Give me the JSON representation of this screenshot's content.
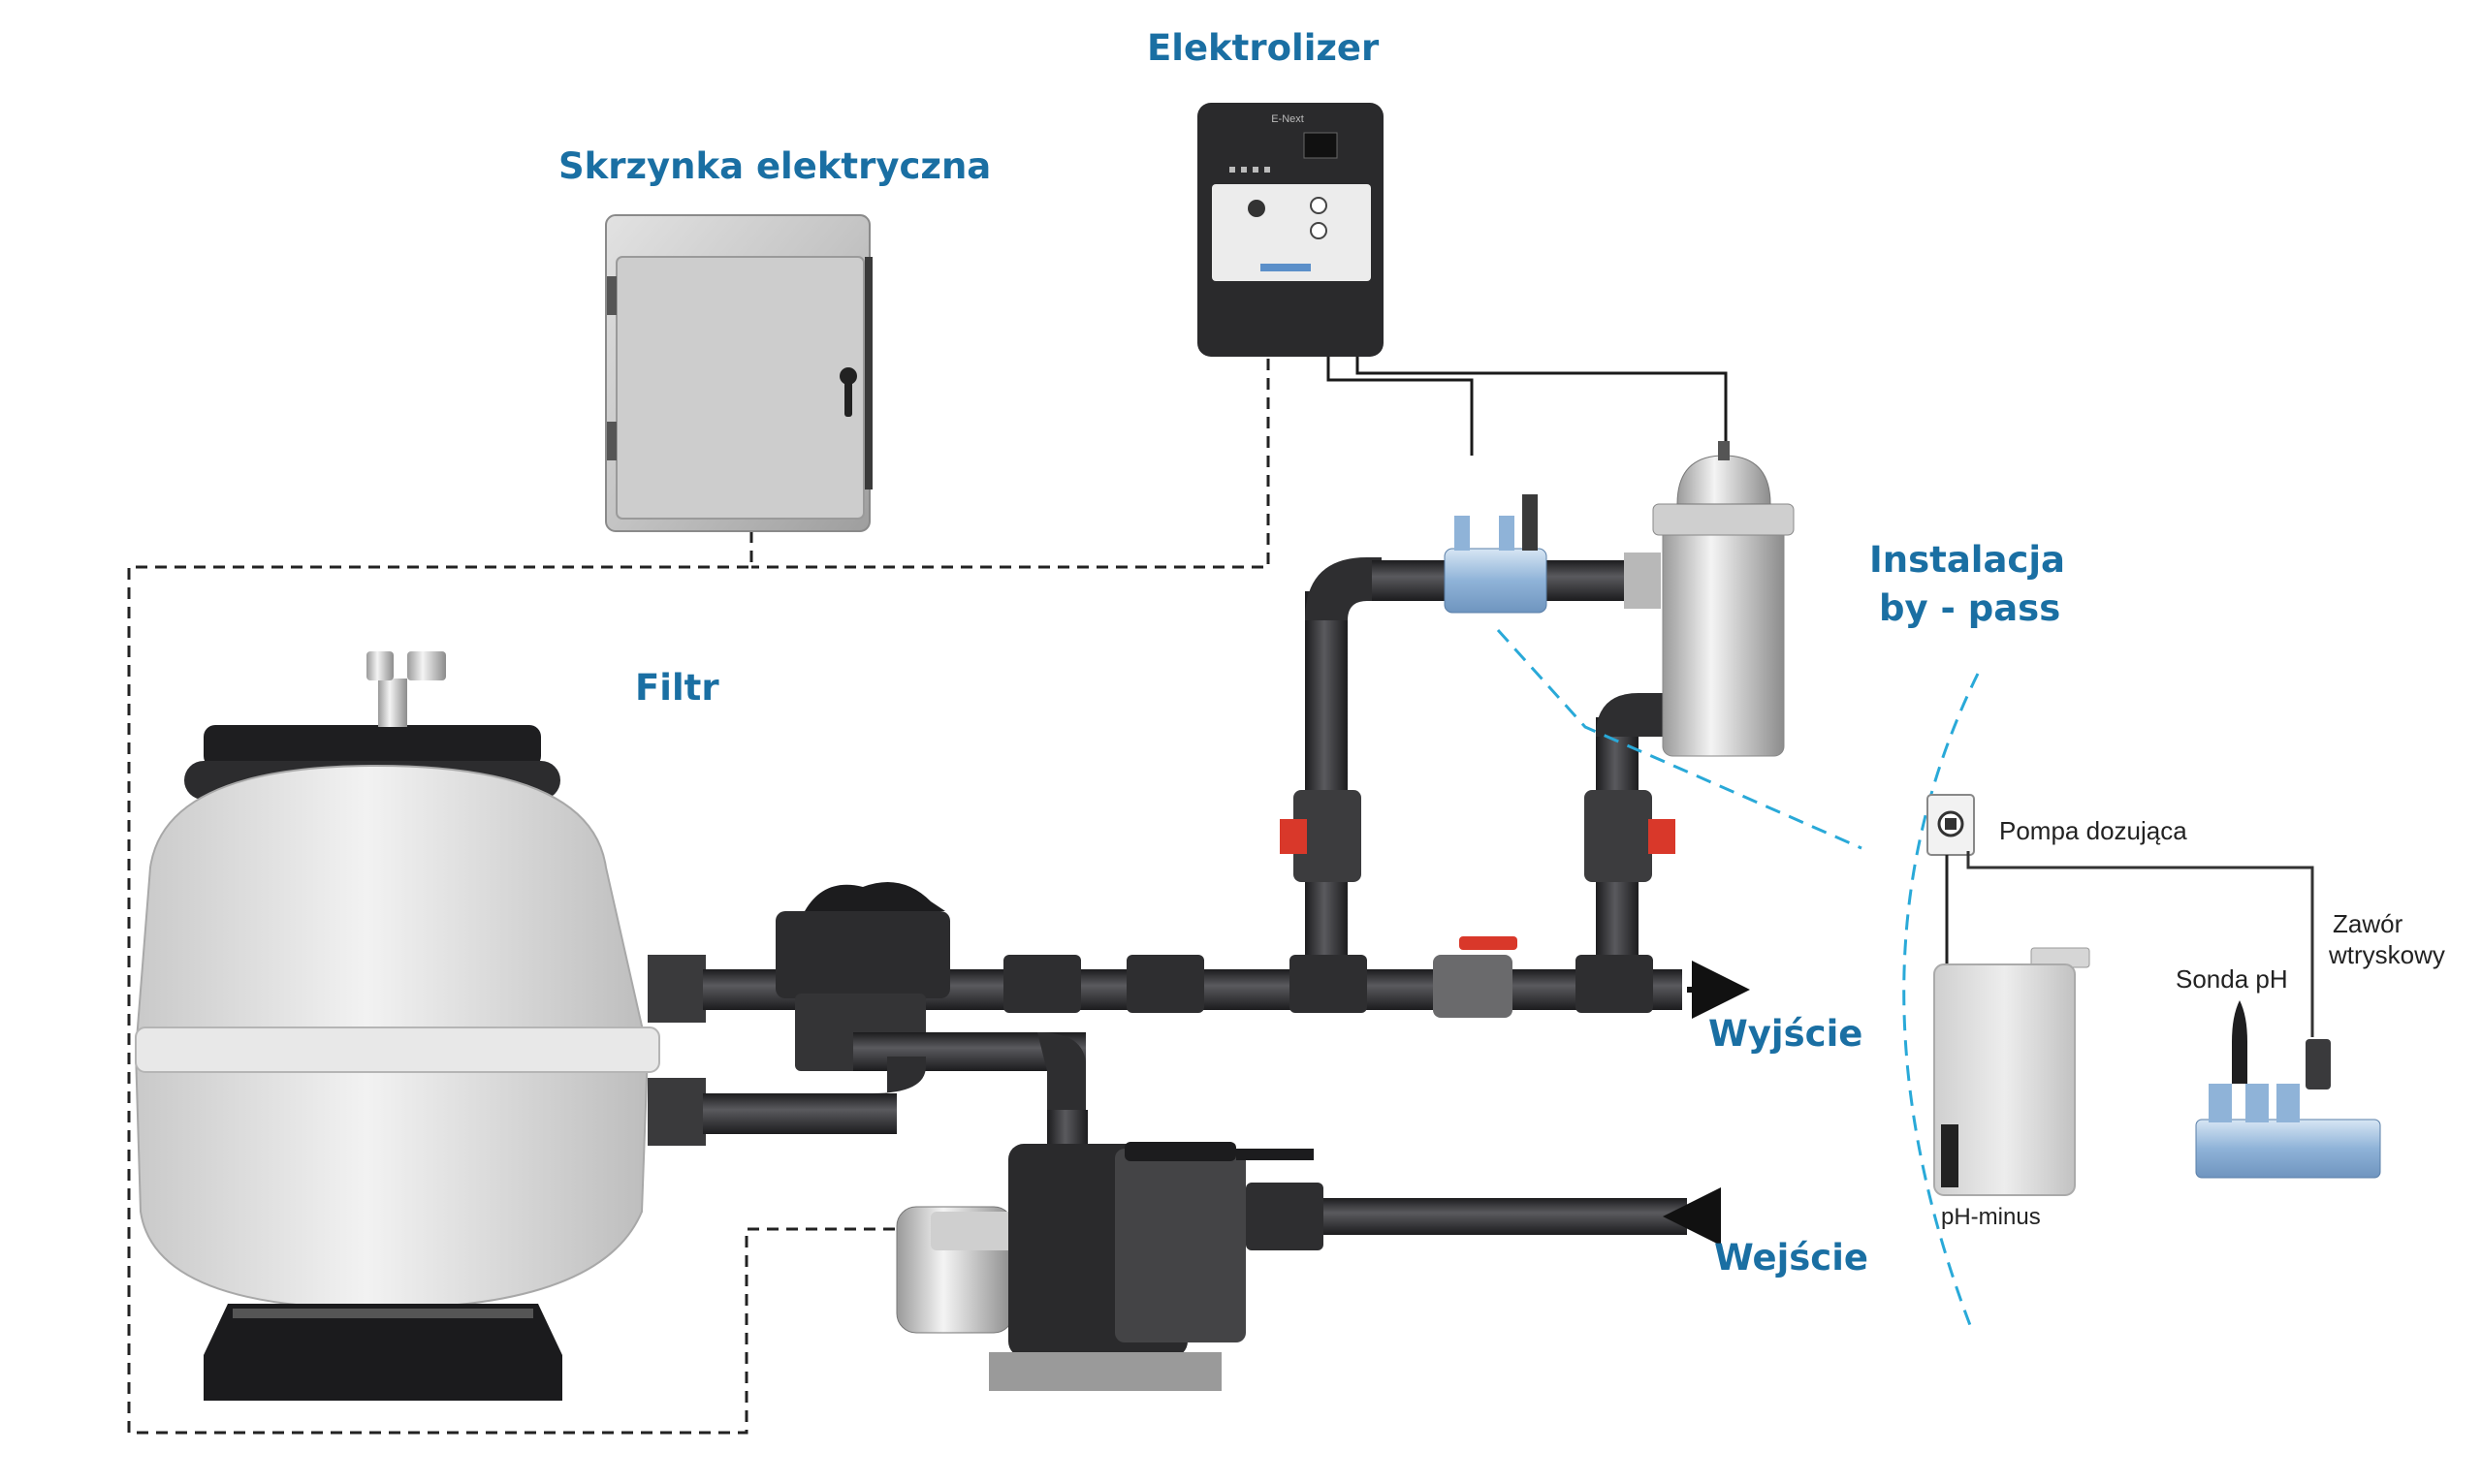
{
  "labels": {
    "elektrolizer": "Elektrolizer",
    "skrzynka": "Skrzynka elektryczna",
    "filtr": "Filtr",
    "instalacja_line1": "Instalacja",
    "instalacja_line2": "by - pass",
    "wyjscie": "Wyjście",
    "wejscie": "Wejście",
    "pompa_dozujaca": "Pompa dozująca",
    "ph_minus": "pH-minus",
    "sonda_ph": "Sonda pH",
    "zawor_line1": "Zawór",
    "zawor_line2": "wtryskowy",
    "device_brand": "E-Next"
  },
  "colors": {
    "label_blue": "#1a6fa3",
    "pipe_dark": "#2b2b2e",
    "valve_red": "#d9382a",
    "dashed_cyan": "#29a9d8",
    "tank_light": "#e6e6e6",
    "flow_cell_blue": "#a9c6e3"
  }
}
